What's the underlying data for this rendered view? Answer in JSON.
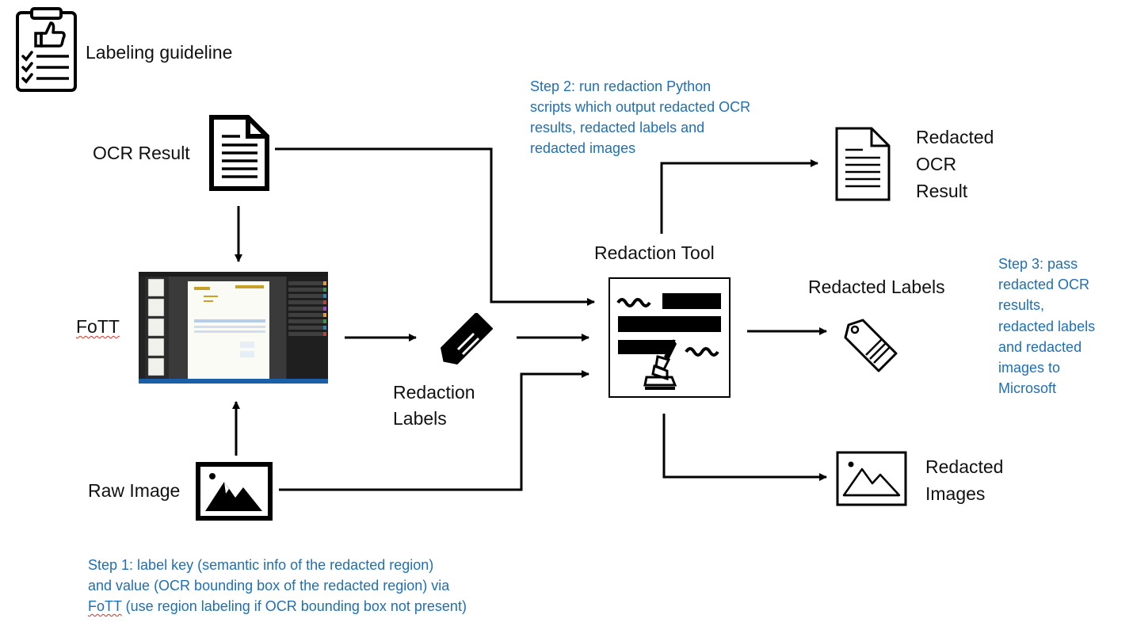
{
  "guideline": {
    "label": "Labeling guideline",
    "icon": "clipboard-thumbs-up-icon"
  },
  "inputs": {
    "ocr_result": {
      "label": "OCR Result",
      "icon": "document-icon"
    },
    "fott": {
      "label": "FoTT",
      "icon": "fott-screenshot-icon"
    },
    "raw_image": {
      "label": "Raw Image",
      "icon": "image-icon"
    }
  },
  "redaction_labels": {
    "line1": "Redaction",
    "line2": "Labels",
    "icon": "tag-icon"
  },
  "tool": {
    "label": "Redaction Tool",
    "icon": "redaction-tool-icon"
  },
  "outputs": {
    "ocr": {
      "line1": "Redacted",
      "line2": "OCR",
      "line3": "Result",
      "icon": "document-icon"
    },
    "labels": {
      "label": "Redacted Labels",
      "icon": "tag-icon"
    },
    "images": {
      "line1": "Redacted",
      "line2": "Images",
      "icon": "image-icon"
    }
  },
  "steps": {
    "step1": {
      "line1": "Step 1: label key (semantic info of the redacted region)",
      "line2": "and value (OCR bounding box of the redacted region) via",
      "line3_a": "FoTT",
      "line3_b": " (use region labeling if OCR bounding box not present)"
    },
    "step2": {
      "line1": "Step 2: run redaction Python",
      "line2": "scripts which output redacted OCR",
      "line3": "results, redacted labels and",
      "line4": "redacted images"
    },
    "step3": {
      "line1": "Step 3: pass",
      "line2": "redacted OCR",
      "line3": "results,",
      "line4": "redacted labels",
      "line5": "and redacted",
      "line6": "images to",
      "line7": "Microsoft"
    }
  },
  "colors": {
    "step_text": "#1f6fb5",
    "lines": "#000000",
    "fott_bg": "#2b2b2b",
    "fott_accent": "#e0a030"
  }
}
